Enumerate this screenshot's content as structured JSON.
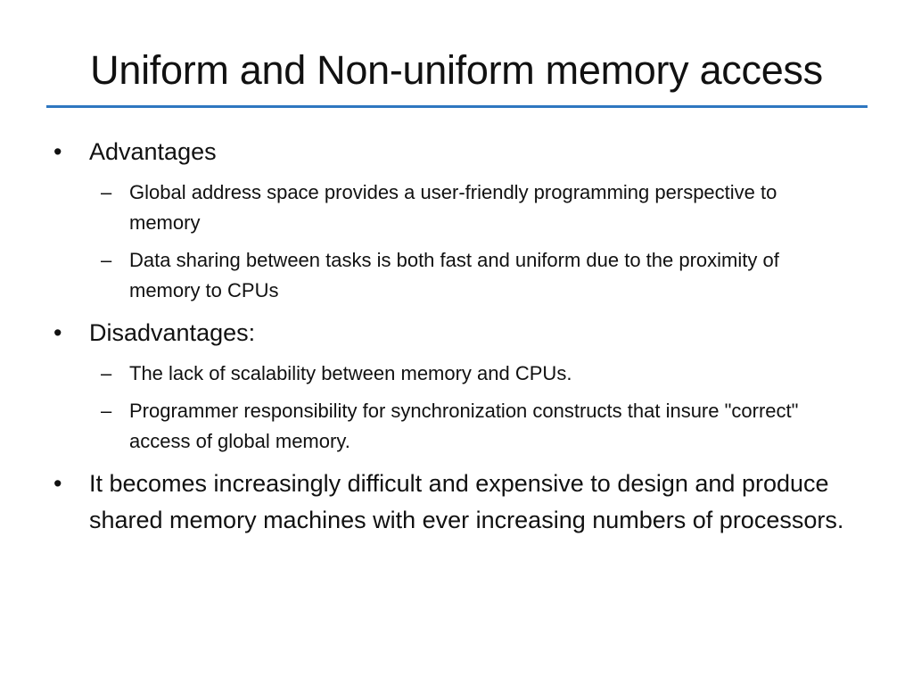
{
  "slide": {
    "title": "Uniform and Non-uniform memory access",
    "bullet_glyph": "•",
    "dash_glyph": "–",
    "items": [
      {
        "text": "Advantages",
        "subitems": [
          {
            "text": "Global address space provides a user-friendly programming perspective to memory"
          },
          {
            "text": "Data sharing between tasks is both fast and uniform due to the proximity of memory to CPUs"
          }
        ]
      },
      {
        "text": "Disadvantages:",
        "subitems": [
          {
            "text": "The lack of scalability between memory and CPUs."
          },
          {
            "text": "Programmer responsibility for synchronization constructs that insure \"correct\" access of global memory."
          }
        ]
      },
      {
        "text": "It becomes increasingly difficult and expensive to design and produce shared memory machines with ever increasing numbers of processors.",
        "subitems": []
      }
    ]
  },
  "colors": {
    "title_rule": "#2e77c0",
    "text": "#111111",
    "background": "#ffffff"
  }
}
